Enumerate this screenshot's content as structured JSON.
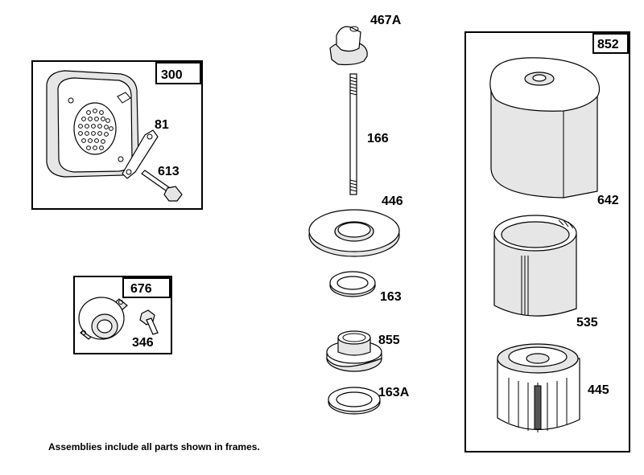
{
  "frames": {
    "muffler_assembly": "300",
    "cover_assembly": "676",
    "air_cleaner_assembly": "852"
  },
  "parts": {
    "guard_bracket": "81",
    "screw_muffler": "613",
    "screw_cover": "346",
    "knob": "467A",
    "stud": "166",
    "base_plate": "446",
    "seal": "163",
    "adapter": "855",
    "seal_lower": "163A",
    "cover": "642",
    "pre_cleaner": "535",
    "cartridge": "445"
  },
  "footer_note": "Assemblies include all parts shown in frames."
}
